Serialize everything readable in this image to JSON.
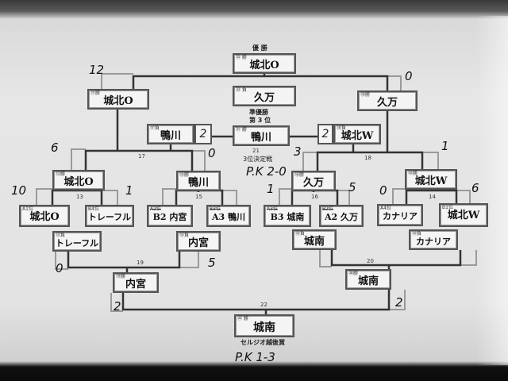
{
  "champion": {
    "tag": "㉒ 勝",
    "name": "城北O",
    "label": "優 勝"
  },
  "runner_up": {
    "tag": "㉒ 負",
    "name": "久万",
    "label": "準優勝"
  },
  "third": {
    "tag": "㉑ 勝",
    "name": "鴨川",
    "label": "第 3 位"
  },
  "third_match": {
    "number": "21",
    "label": "3位決定戦",
    "pk": "P.K 2-0"
  },
  "semis": {
    "left_winner": {
      "tag": "⑰勝",
      "name": "城北O"
    },
    "right_winner": {
      "tag": "⑱勝",
      "name": "久万"
    },
    "left_loser": {
      "tag": "⑰負",
      "name": "鴨川",
      "score": "2"
    },
    "right_loser": {
      "tag": "⑱負",
      "name": "城北W",
      "score": "2"
    },
    "match_left": "17",
    "match_right": "18"
  },
  "quarters": [
    {
      "tag": "⑬勝",
      "name": "城北O"
    },
    {
      "tag": "⑮勝",
      "name": "鴨川"
    },
    {
      "tag": "⑯勝",
      "name": "久万"
    },
    {
      "tag": "⑭勝",
      "name": "城北W"
    }
  ],
  "quarter_matches": [
    "13",
    "15",
    "16",
    "14"
  ],
  "first_round": [
    {
      "tag": "A1位",
      "name": "城北O"
    },
    {
      "tag": "B4位",
      "name": "トレーフル"
    },
    {
      "tag": "A2位",
      "name": "B2 内宮"
    },
    {
      "tag": "B3位",
      "name": "A3 鴨川"
    },
    {
      "tag": "A3位",
      "name": "B3 城南"
    },
    {
      "tag": "B2位",
      "name": "A2 久万"
    },
    {
      "tag": "A4位",
      "name": "カナリア"
    },
    {
      "tag": "B1位",
      "name": "城北W"
    }
  ],
  "consolation_entrants": [
    {
      "tag": "⑬負",
      "name": "トレーフル"
    },
    {
      "tag": "⑮負",
      "name": "内宮"
    },
    {
      "tag": "⑯負",
      "name": "城南"
    },
    {
      "tag": "⑭負",
      "name": "カナリア"
    }
  ],
  "consolation_semis": {
    "left": {
      "tag": "⑲勝",
      "name": "内宮",
      "match": "19"
    },
    "right": {
      "tag": "⑳勝",
      "name": "城南",
      "match": "20"
    }
  },
  "consolation_final": {
    "tag": "㉒ 勝",
    "name": "城南",
    "match": "22",
    "label": "セルジオ越後賞",
    "pk": "P.K 1-3"
  },
  "scores": {
    "final_left": "12",
    "final_right": "0",
    "m17_left": "6",
    "m17_right": "0",
    "m18_left": "3",
    "m18_right": "1",
    "m13_left": "10",
    "m13_right": "1",
    "m16_left": "1",
    "m16_right": "5",
    "m14_left": "0",
    "m14_right": "6",
    "m19_left": "0",
    "m19_right": "5",
    "m22_left": "2",
    "m22_right": "2"
  },
  "colors": {
    "line": "#333333",
    "bracket_gray": "#9a9a9a",
    "paper": "#e6e6e6"
  }
}
